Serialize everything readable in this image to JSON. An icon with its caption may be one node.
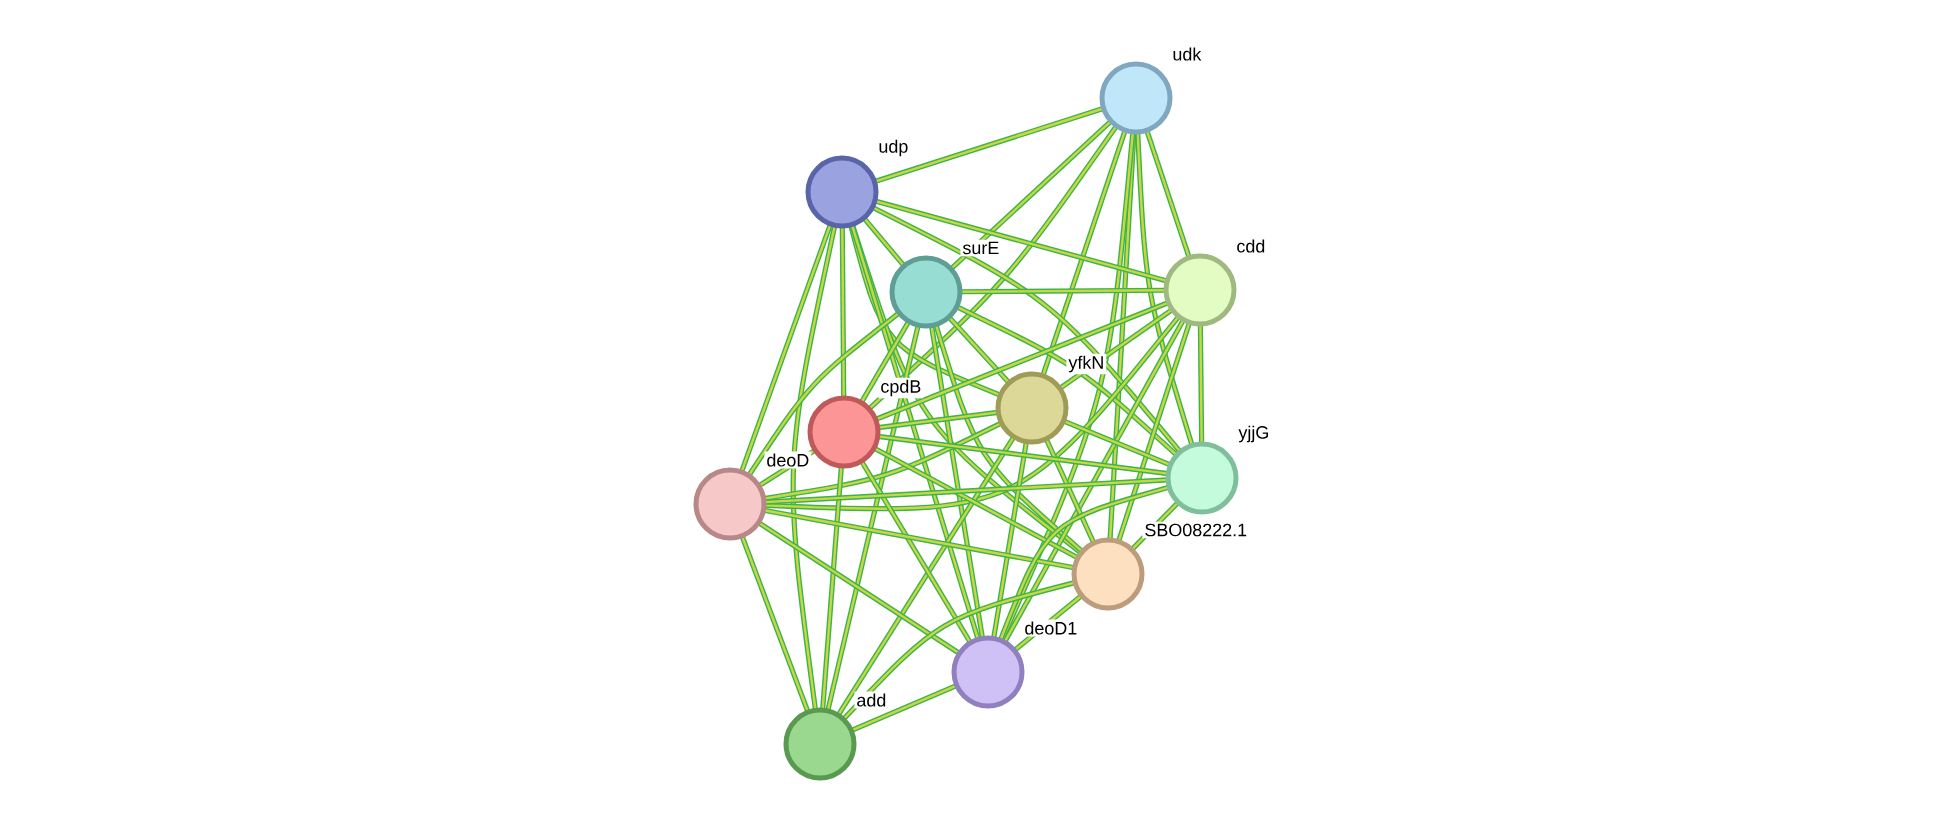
{
  "diagram": {
    "nodes": [
      {
        "text": [],
        "shape": "circle",
        "beside": [
          "udk"
        ]
      },
      {
        "text": [],
        "shape": "circle",
        "beside": [
          "udp"
        ]
      },
      {
        "text": [],
        "shape": "circle",
        "beside": [
          "surE"
        ]
      },
      {
        "text": [],
        "shape": "circle",
        "beside": [
          "cdd"
        ]
      },
      {
        "text": [],
        "shape": "circle",
        "beside": [
          "yfkN"
        ]
      },
      {
        "text": [],
        "shape": "circle",
        "beside": [
          "cpdB"
        ]
      },
      {
        "text": [],
        "shape": "circle",
        "beside": [
          "deoD"
        ]
      },
      {
        "text": [],
        "shape": "circle",
        "beside": [
          "yjjG"
        ]
      },
      {
        "text": [],
        "shape": "circle",
        "beside": [
          "SBO08222.1"
        ]
      },
      {
        "text": [],
        "shape": "circle",
        "beside": [
          "deoD1"
        ]
      },
      {
        "text": [],
        "shape": "circle",
        "beside": [
          "add"
        ]
      }
    ],
    "edges": [
      {
        "from": 0,
        "to": 1,
        "arrow": "none"
      },
      {
        "from": 0,
        "to": 2,
        "arrow": "none"
      },
      {
        "from": 0,
        "to": 3,
        "arrow": "none"
      },
      {
        "from": 0,
        "to": 4,
        "arrow": "none"
      },
      {
        "from": 0,
        "to": 5,
        "arrow": "none"
      },
      {
        "from": 0,
        "to": 7,
        "arrow": "none"
      },
      {
        "from": 0,
        "to": 8,
        "arrow": "none"
      },
      {
        "from": 0,
        "to": 9,
        "arrow": "none"
      },
      {
        "from": 1,
        "to": 2,
        "arrow": "none"
      },
      {
        "from": 1,
        "to": 3,
        "arrow": "none"
      },
      {
        "from": 1,
        "to": 4,
        "arrow": "none"
      },
      {
        "from": 1,
        "to": 5,
        "arrow": "none"
      },
      {
        "from": 1,
        "to": 6,
        "arrow": "none"
      },
      {
        "from": 1,
        "to": 7,
        "arrow": "none"
      },
      {
        "from": 1,
        "to": 8,
        "arrow": "none"
      },
      {
        "from": 1,
        "to": 9,
        "arrow": "none"
      },
      {
        "from": 1,
        "to": 10,
        "arrow": "none"
      },
      {
        "from": 2,
        "to": 3,
        "arrow": "none"
      },
      {
        "from": 2,
        "to": 4,
        "arrow": "none"
      },
      {
        "from": 2,
        "to": 5,
        "arrow": "none"
      },
      {
        "from": 2,
        "to": 6,
        "arrow": "none"
      },
      {
        "from": 2,
        "to": 7,
        "arrow": "none"
      },
      {
        "from": 2,
        "to": 8,
        "arrow": "none"
      },
      {
        "from": 2,
        "to": 9,
        "arrow": "none"
      },
      {
        "from": 2,
        "to": 10,
        "arrow": "none"
      },
      {
        "from": 3,
        "to": 4,
        "arrow": "none"
      },
      {
        "from": 3,
        "to": 5,
        "arrow": "none"
      },
      {
        "from": 3,
        "to": 6,
        "arrow": "none"
      },
      {
        "from": 3,
        "to": 7,
        "arrow": "none"
      },
      {
        "from": 3,
        "to": 8,
        "arrow": "none"
      },
      {
        "from": 3,
        "to": 9,
        "arrow": "none"
      },
      {
        "from": 4,
        "to": 5,
        "arrow": "none"
      },
      {
        "from": 4,
        "to": 6,
        "arrow": "none"
      },
      {
        "from": 4,
        "to": 7,
        "arrow": "none"
      },
      {
        "from": 4,
        "to": 8,
        "arrow": "none"
      },
      {
        "from": 4,
        "to": 9,
        "arrow": "none"
      },
      {
        "from": 4,
        "to": 10,
        "arrow": "none"
      },
      {
        "from": 5,
        "to": 6,
        "arrow": "none"
      },
      {
        "from": 5,
        "to": 7,
        "arrow": "none"
      },
      {
        "from": 5,
        "to": 8,
        "arrow": "none"
      },
      {
        "from": 5,
        "to": 9,
        "arrow": "none"
      },
      {
        "from": 5,
        "to": 10,
        "arrow": "none"
      },
      {
        "from": 6,
        "to": 7,
        "arrow": "none"
      },
      {
        "from": 6,
        "to": 8,
        "arrow": "none"
      },
      {
        "from": 6,
        "to": 9,
        "arrow": "none"
      },
      {
        "from": 6,
        "to": 10,
        "arrow": "none"
      },
      {
        "from": 7,
        "to": 8,
        "arrow": "none"
      },
      {
        "from": 7,
        "to": 9,
        "arrow": "none"
      },
      {
        "from": 8,
        "to": 9,
        "arrow": "none"
      },
      {
        "from": 8,
        "to": 10,
        "arrow": "none"
      },
      {
        "from": 9,
        "to": 10,
        "arrow": "none"
      }
    ]
  }
}
